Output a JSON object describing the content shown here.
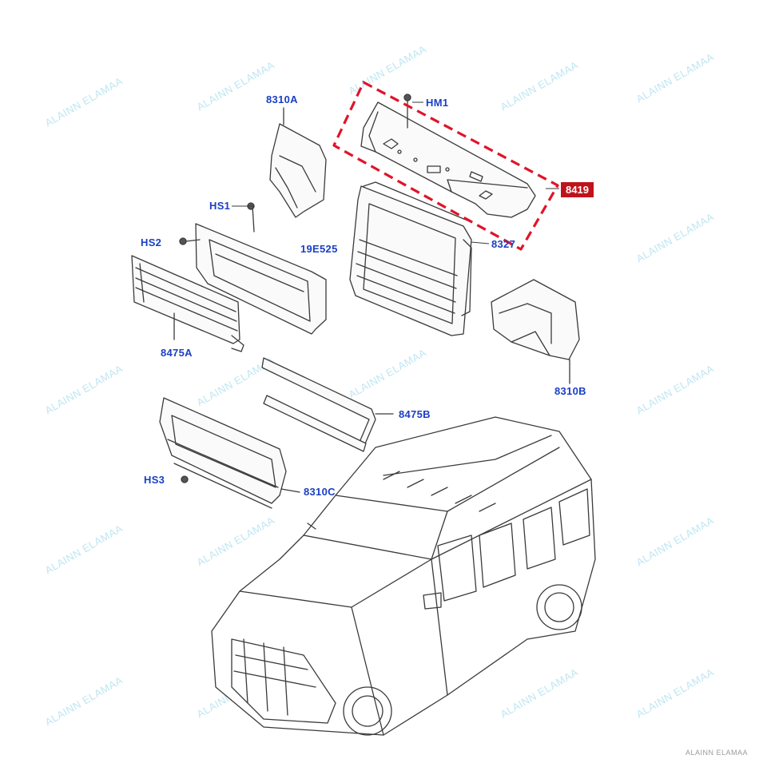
{
  "diagram": {
    "callouts": {
      "hm1": "HM1",
      "p8419": "8419",
      "p8310a": "8310A",
      "hs1": "HS1",
      "hs2": "HS2",
      "p19e525": "19E525",
      "p8327": "8327",
      "p8475a": "8475A",
      "p8310b": "8310B",
      "p8475b": "8475B",
      "hs3": "HS3",
      "p8310c": "8310C"
    },
    "highlighted_part": "8419",
    "highlight_color": "#c0121a",
    "label_color": "#1a3fc4"
  },
  "watermark": {
    "text": "ALAINN ELAMAA",
    "corner_text": "ALAINN ELAMAA",
    "color": "#bfe6f3"
  }
}
